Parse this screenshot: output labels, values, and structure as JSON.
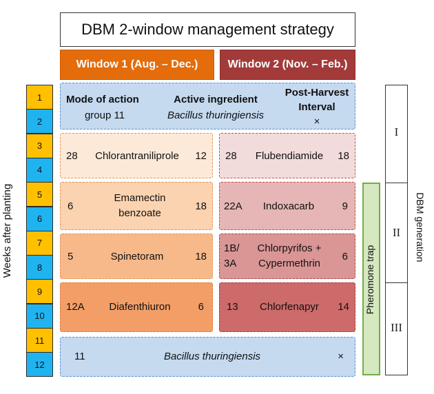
{
  "title": "DBM 2-window management strategy",
  "windows": [
    {
      "label": "Window 1 (Aug. – Dec.)",
      "color": "#e46c0a"
    },
    {
      "label": "Window 2 (Nov. – Feb.)",
      "color": "#a33a3a"
    }
  ],
  "weeks": {
    "axis_label": "Weeks after planting",
    "items": [
      "1",
      "2",
      "3",
      "4",
      "5",
      "6",
      "7",
      "8",
      "9",
      "10",
      "11",
      "12"
    ],
    "colors": [
      "#ffc000",
      "#1fb4f0"
    ]
  },
  "header": {
    "moa_line1": "Mode of action",
    "moa_line2": "group 11",
    "ai_line1": "Active ingredient",
    "ai_line2": "Bacillus thuringiensis",
    "phi_line1": "Post-Harvest",
    "phi_line2": "Interval",
    "phi_value": "×"
  },
  "window1": [
    {
      "group": "28",
      "ingredient": "Chlorantraniliprole",
      "phi": "12"
    },
    {
      "group": "6",
      "ingredient_line1": "Emamectin",
      "ingredient_line2": "benzoate",
      "phi": "18"
    },
    {
      "group": "5",
      "ingredient": "Spinetoram",
      "phi": "18"
    },
    {
      "group": "12A",
      "ingredient": "Diafenthiuron",
      "phi": "6"
    }
  ],
  "window2": [
    {
      "group": "28",
      "ingredient": "Flubendiamide",
      "phi": "18"
    },
    {
      "group": "22A",
      "ingredient": "Indoxacarb",
      "phi": "9"
    },
    {
      "group_line1": "1B/",
      "group_line2": "3A",
      "ingredient_line1": "Chlorpyrifos +",
      "ingredient_line2": "Cypermethrin",
      "phi": "6"
    },
    {
      "group": "13",
      "ingredient": "Chlorfenapyr",
      "phi": "14"
    }
  ],
  "footer": {
    "group": "11",
    "ingredient": "Bacillus thuringiensis",
    "phi": "×"
  },
  "pheromone_trap": "Pheromone trap",
  "generation": {
    "label": "DBM generation",
    "items": [
      "I",
      "II",
      "III"
    ]
  }
}
